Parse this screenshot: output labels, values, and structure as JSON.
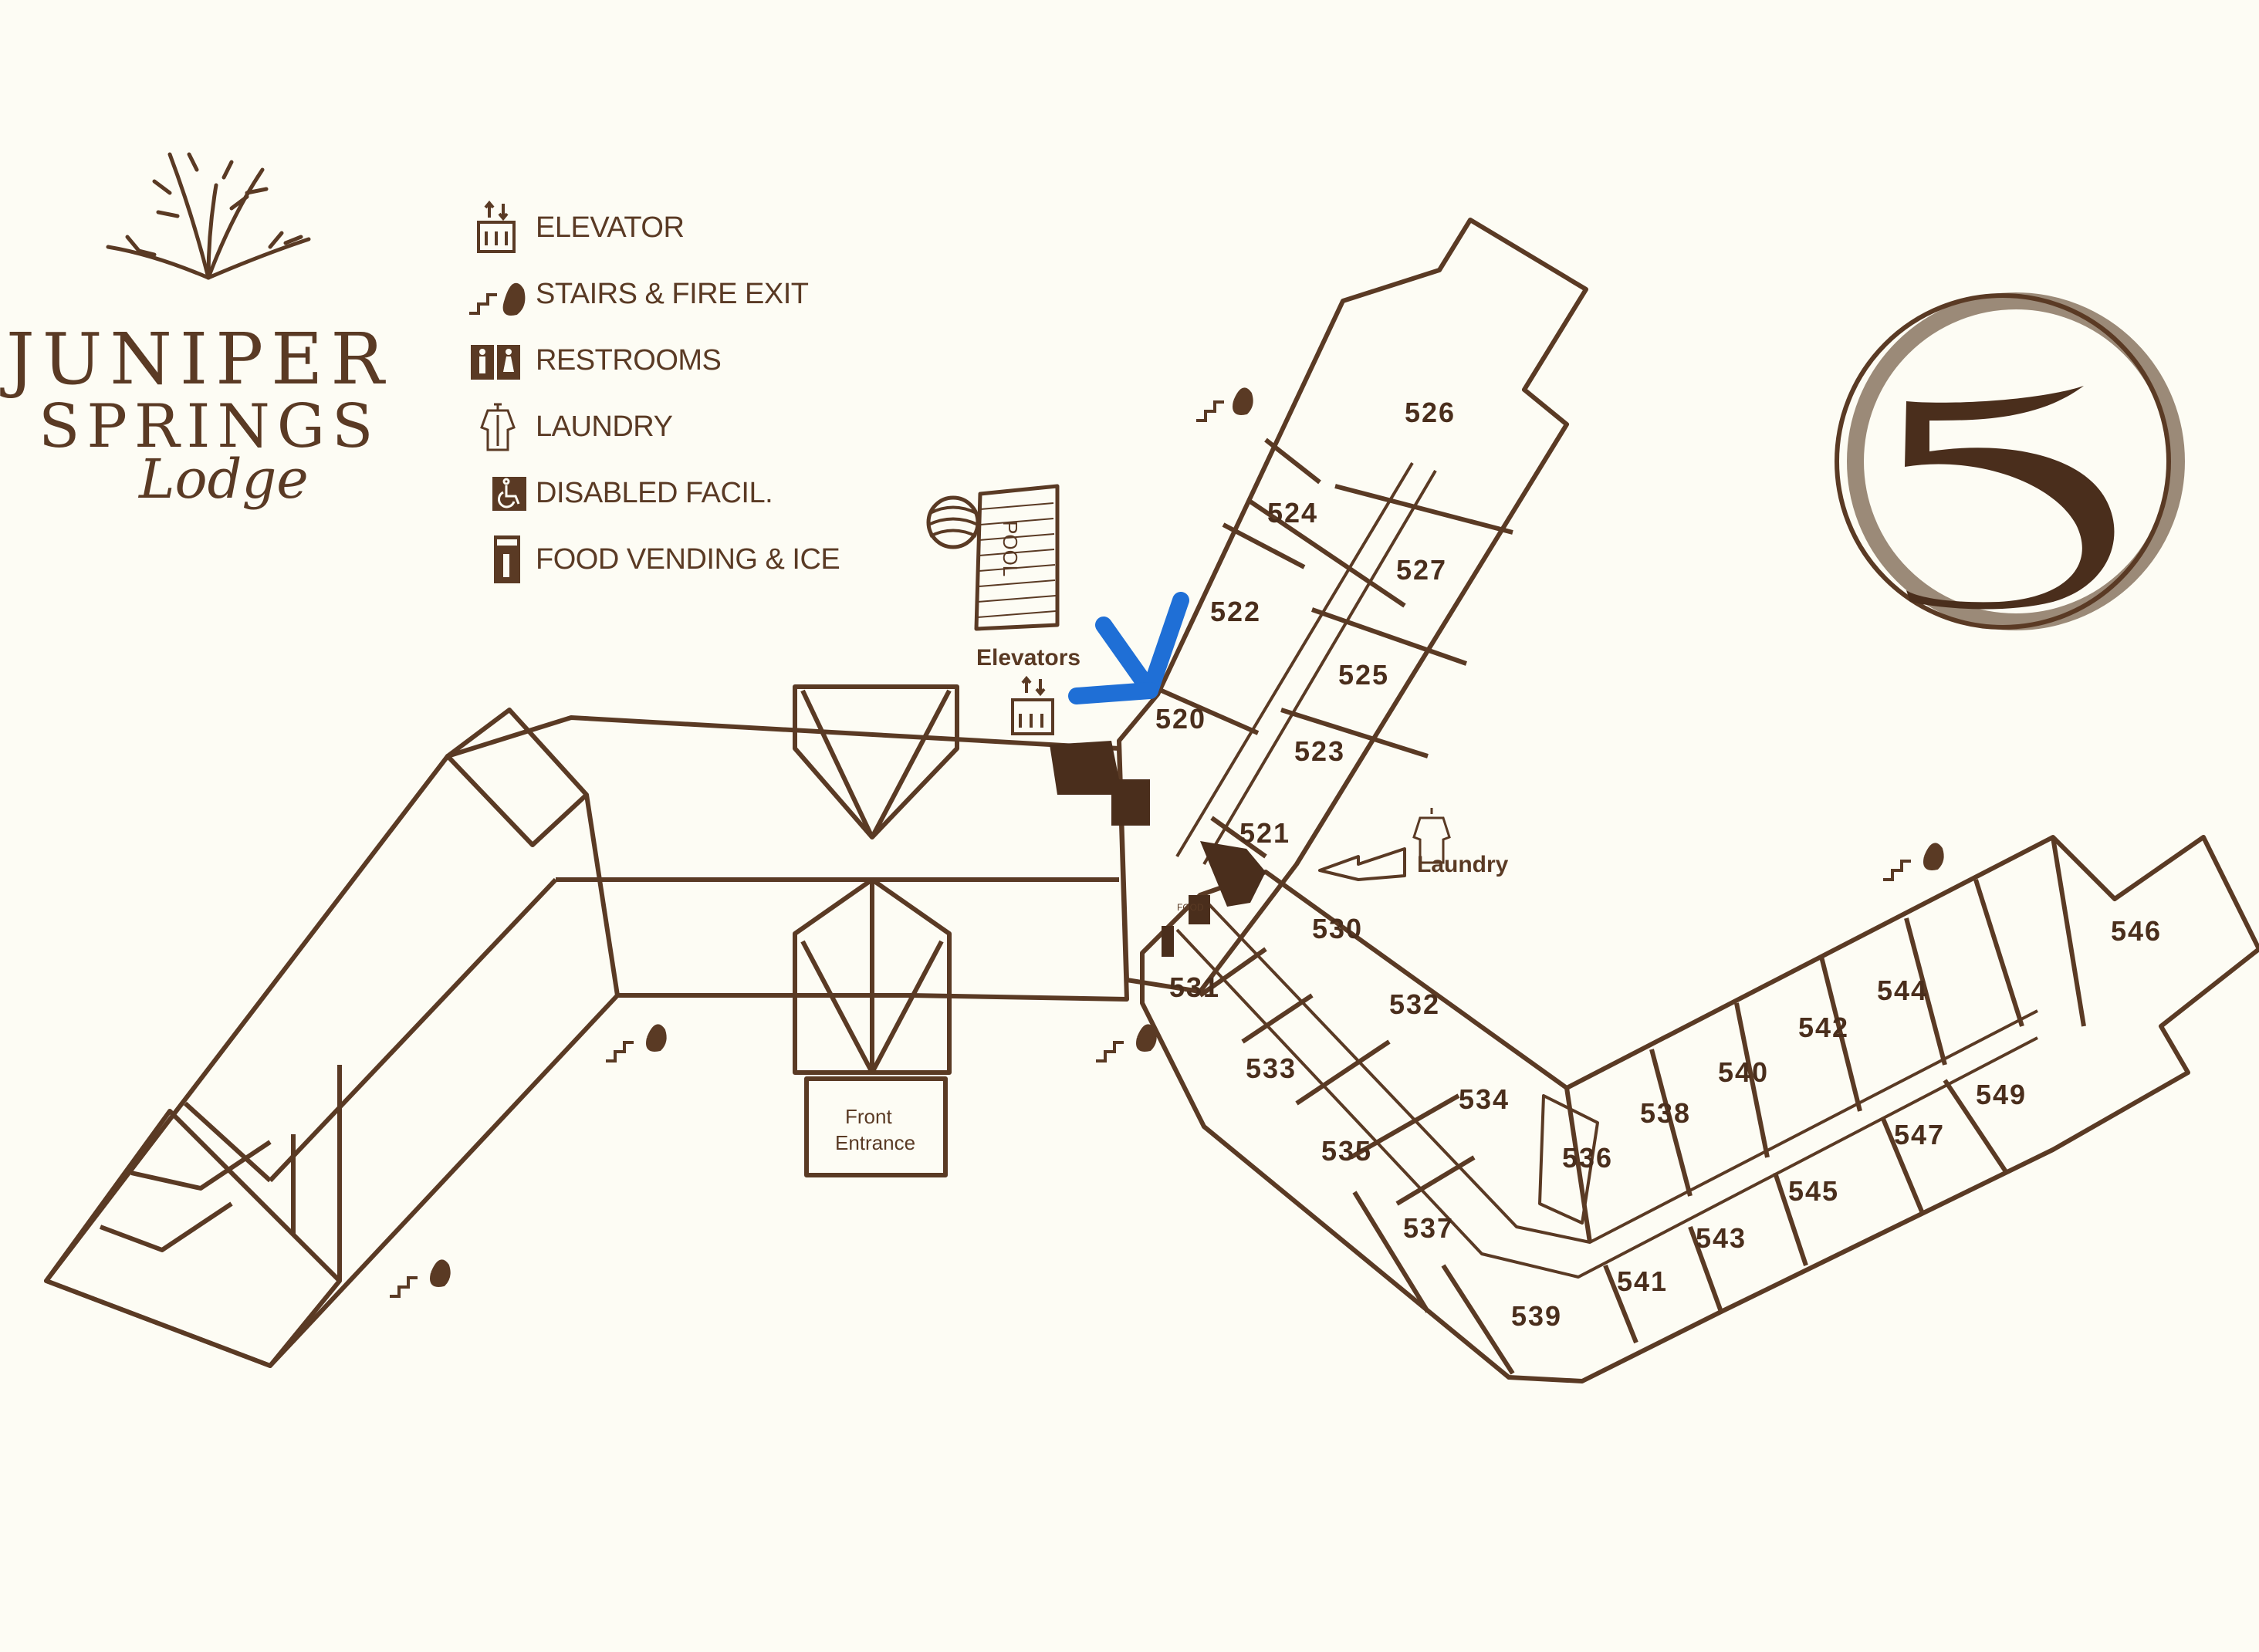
{
  "brand": {
    "line1": "JUNIPER",
    "line2": "SPRINGS",
    "line3": "Lodge"
  },
  "legend": [
    {
      "icon": "elevator-icon",
      "label": "ELEVATOR"
    },
    {
      "icon": "stairs-fire-exit-icon",
      "label": "STAIRS & FIRE EXIT"
    },
    {
      "icon": "restrooms-icon",
      "label": "RESTROOMS"
    },
    {
      "icon": "laundry-icon",
      "label": "LAUNDRY"
    },
    {
      "icon": "disabled-facilities-icon",
      "label": "DISABLED FACIL."
    },
    {
      "icon": "food-vending-icon",
      "label": "FOOD VENDING & ICE"
    }
  ],
  "floor_number": "5",
  "map_labels": {
    "pool": "POOL",
    "elevators": "Elevators",
    "laundry": "Laundry",
    "front_entrance_line1": "Front",
    "front_entrance_line2": "Entrance",
    "food_sign": "FOOD"
  },
  "rooms": [
    "520",
    "521",
    "522",
    "523",
    "524",
    "525",
    "526",
    "527",
    "530",
    "531",
    "532",
    "533",
    "534",
    "535",
    "536",
    "537",
    "538",
    "539",
    "540",
    "541",
    "542",
    "543",
    "544",
    "545",
    "546",
    "547",
    "549"
  ],
  "colors": {
    "ink": "#5a3a24",
    "paper": "#fdfcf4",
    "highlight_arrow": "#1f6fd6"
  }
}
